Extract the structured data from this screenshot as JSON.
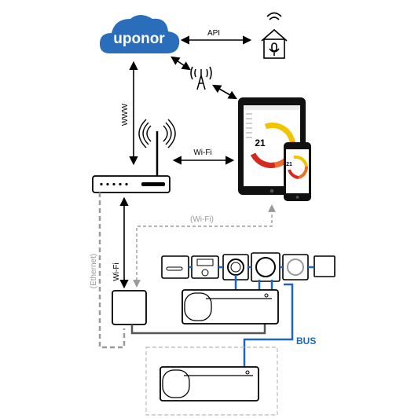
{
  "brand": {
    "name": "uponor"
  },
  "labels": {
    "api": "API",
    "www": "WWW",
    "wifi": "Wi-Fi",
    "wifi_dashed": "(Wi-Fi)",
    "ethernet": "(Ethernet)",
    "wifi_vertical": "Wi-Fi",
    "bus": "BUS"
  },
  "display": {
    "tablet_value": "21",
    "phone_value": "21"
  },
  "colors": {
    "cloud": "#2a6ebb",
    "bus": "#1c66c2",
    "dashed": "#9a9a9a"
  },
  "icons": [
    "cloud-icon",
    "smart-home-speaker-icon",
    "cell-tower-icon",
    "router-icon",
    "tablet-icon",
    "smartphone-icon",
    "gateway-icon",
    "controller-icon",
    "thermostat-icon"
  ]
}
